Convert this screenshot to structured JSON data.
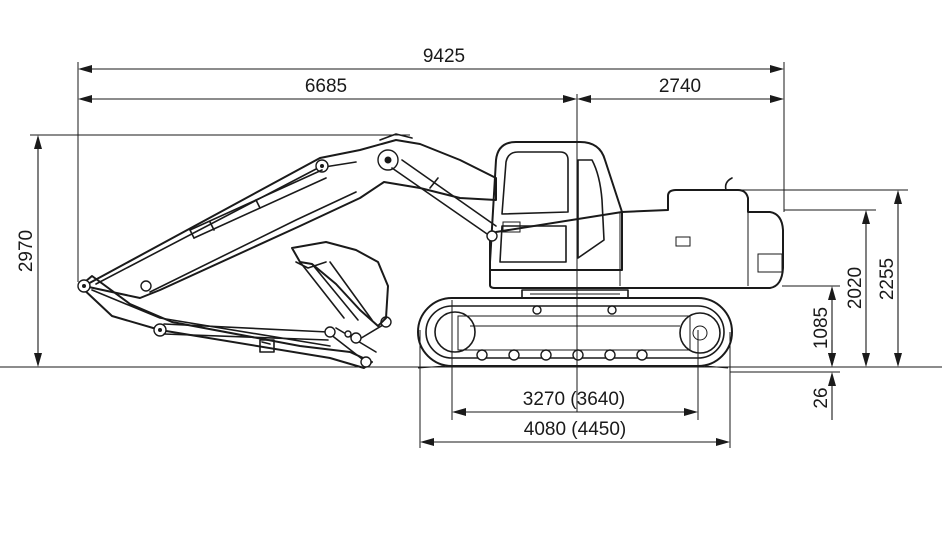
{
  "dimensions": {
    "overall_length": "9425",
    "front_length": "6685",
    "rear_length": "2740",
    "boom_height": "2970",
    "cab_height": "2020",
    "overall_height": "2255",
    "counterweight_clearance": "1085",
    "track_height": "26",
    "tumbler_distance": "3270 (3640)",
    "track_length": "4080 (4450)"
  },
  "colors": {
    "line": "#1a1a1a",
    "background": "#ffffff"
  }
}
